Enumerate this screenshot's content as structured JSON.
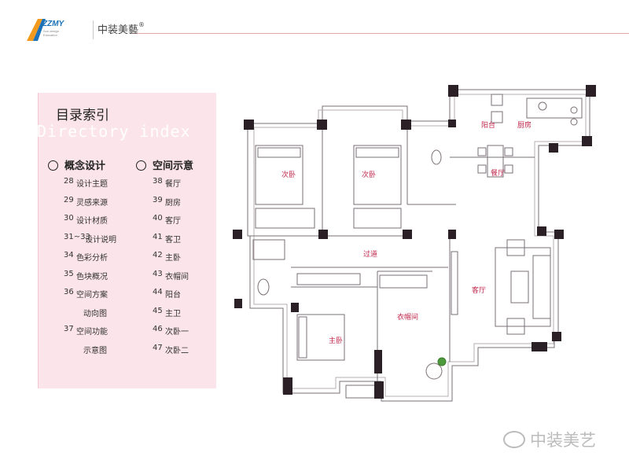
{
  "logo": {
    "mark_text": "ZZMY",
    "mark_sub1": "Sun design",
    "mark_sub2": "Education",
    "brand": "中装美藝",
    "reg": "®"
  },
  "index": {
    "title": "目录索引",
    "subtitle": "Directory index",
    "left_heading": "概念设计",
    "right_heading": "空间示意",
    "left_items": [
      {
        "num": "28",
        "label": "设计主题"
      },
      {
        "num": "29",
        "label": "灵感来源"
      },
      {
        "num": "30",
        "label": "设计材质"
      },
      {
        "num": "31~33",
        "label": "设计说明"
      },
      {
        "num": "34",
        "label": "色彩分析"
      },
      {
        "num": "35",
        "label": "色块概况"
      },
      {
        "num": "36",
        "label": "空间方案"
      },
      {
        "num": "",
        "label": "动向图"
      },
      {
        "num": "37",
        "label": "空间功能"
      },
      {
        "num": "",
        "label": "示意图"
      }
    ],
    "right_items": [
      {
        "num": "38",
        "label": "餐厅"
      },
      {
        "num": "39",
        "label": "厨房"
      },
      {
        "num": "40",
        "label": "客厅"
      },
      {
        "num": "41",
        "label": "客卫"
      },
      {
        "num": "42",
        "label": "主卧"
      },
      {
        "num": "43",
        "label": "衣帽间"
      },
      {
        "num": "44",
        "label": "阳台"
      },
      {
        "num": "45",
        "label": "主卫"
      },
      {
        "num": "46",
        "label": "次卧一"
      },
      {
        "num": "47",
        "label": "次卧二"
      }
    ]
  },
  "floorplan": {
    "rooms": {
      "bedroom2a": "次卧",
      "bedroom2b": "次卧",
      "balcony": "阳台",
      "kitchen": "厨房",
      "dining": "餐厅",
      "corridor": "过道",
      "living": "客厅",
      "master": "主卧",
      "closet": "衣帽间"
    }
  },
  "watermark": "中装美艺",
  "colors": {
    "accent_line": "#e8a9a9",
    "panel_bg": "#fbe4ea",
    "pillar": "#2a2026",
    "room_label": "#c0264a"
  }
}
